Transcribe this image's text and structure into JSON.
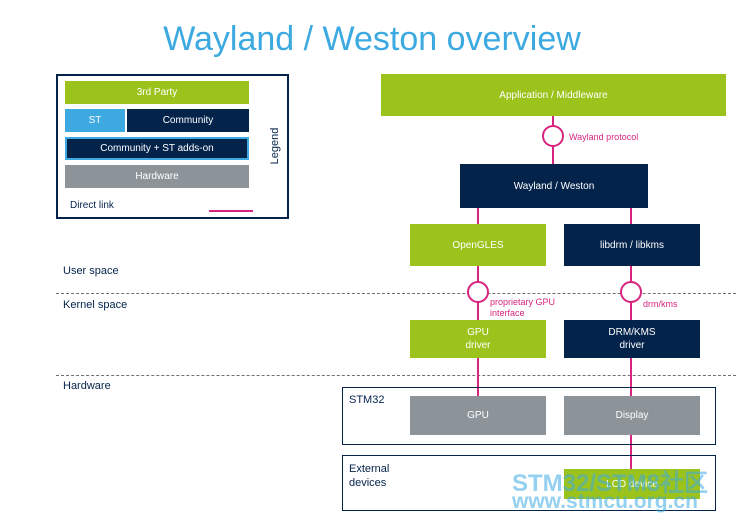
{
  "title": "Wayland / Weston overview",
  "legend": {
    "label": "Legend",
    "third_party": "3rd Party",
    "st": "ST",
    "community": "Community",
    "community_st": "Community + ST adds-on",
    "hardware": "Hardware",
    "direct_link": "Direct link"
  },
  "layers": {
    "user": "User space",
    "kernel": "Kernel space",
    "hardware": "Hardware"
  },
  "blocks": {
    "app": "Application / Middleware",
    "wayland_protocol": "Wayland protocol",
    "weston": "Wayland / Weston",
    "opengles": "OpenGLES",
    "libdrm": "libdrm / libkms",
    "gpu_iface": "proprietary GPU interface",
    "drm_kms_link": "drm/kms",
    "gpu_driver_l1": "GPU",
    "gpu_driver_l2": "driver",
    "drm_driver_l1": "DRM/KMS",
    "drm_driver_l2": "driver",
    "stm32": "STM32",
    "gpu": "GPU",
    "display": "Display",
    "external_l1": "External",
    "external_l2": "devices",
    "lcd": "LCD device"
  },
  "watermark": {
    "line1": "STM32/STM8社区",
    "line2": "www.stmcu.org.cn"
  },
  "colors": {
    "title": "#3ca9e1",
    "third_party": "#9bc31c",
    "st": "#3ca9e1",
    "community": "#03234b",
    "hardware": "#8c949a",
    "link": "#d6247f"
  }
}
